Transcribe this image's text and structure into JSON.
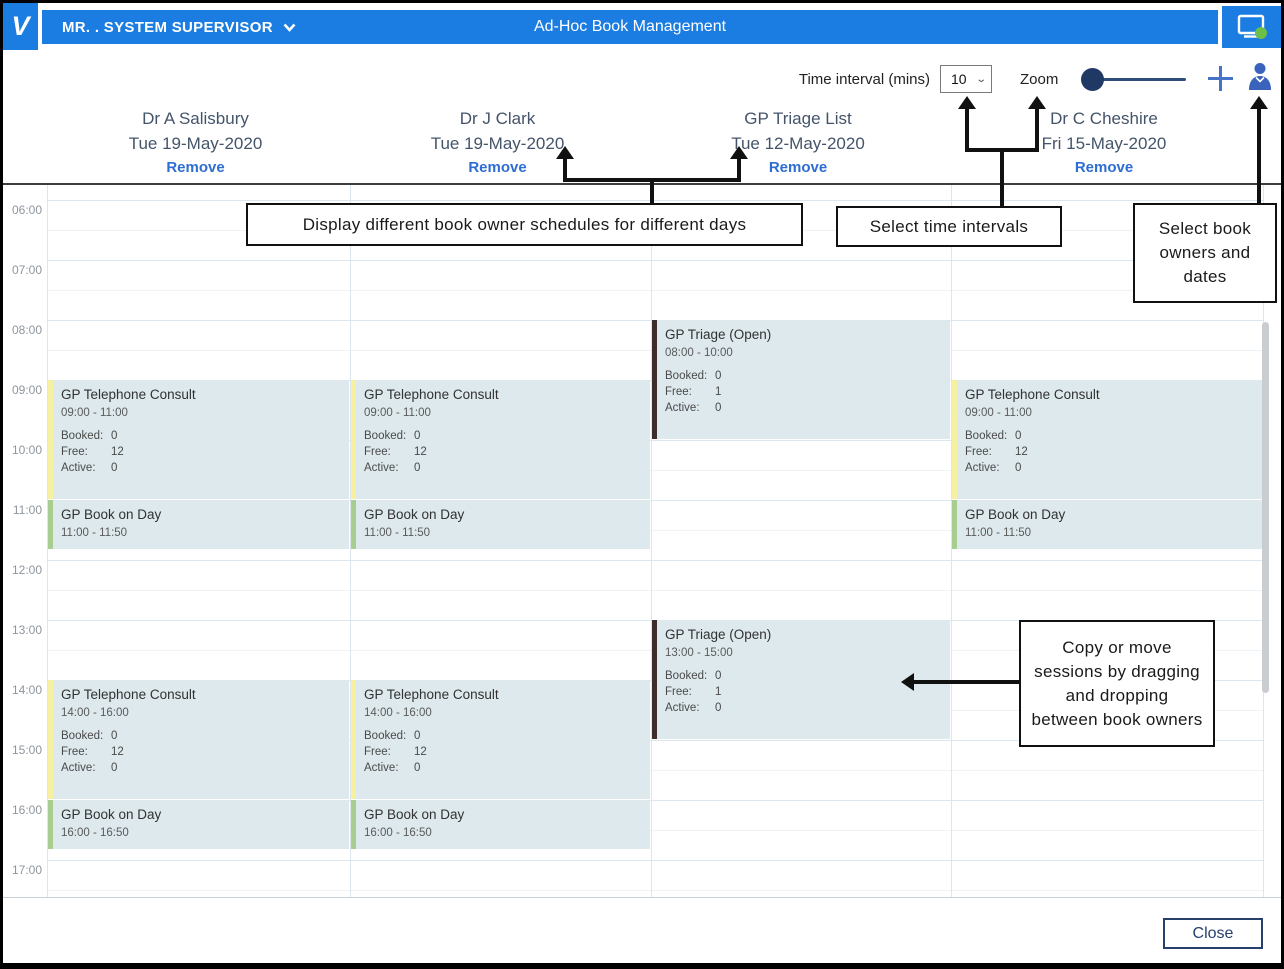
{
  "header": {
    "logo_glyph": "V",
    "user_menu_label": "MR. . SYSTEM SUPERVISOR",
    "title": "Ad-Hoc Book Management"
  },
  "toolbar": {
    "time_interval_label": "Time interval (mins)",
    "time_interval_value": "10",
    "zoom_label": "Zoom"
  },
  "time_labels": [
    "06:00",
    "07:00",
    "08:00",
    "09:00",
    "10:00",
    "11:00",
    "12:00",
    "13:00",
    "14:00",
    "15:00",
    "16:00",
    "17:00"
  ],
  "columns": [
    {
      "owner": "Dr A Salisbury",
      "date": "Tue 19-May-2020",
      "remove_label": "Remove",
      "sessions": [
        {
          "title": "GP Telephone Consult",
          "time": "09:00 - 11:00",
          "start": "09:00",
          "end": "11:00",
          "stripe": "yellow",
          "stats": [
            {
              "label": "Booked:",
              "value": "0"
            },
            {
              "label": "Free:",
              "value": "12"
            },
            {
              "label": "Active:",
              "value": "0"
            }
          ]
        },
        {
          "title": "GP Book on Day",
          "time": "11:00 - 11:50",
          "start": "11:00",
          "end": "11:50",
          "stripe": "green",
          "stats": []
        },
        {
          "title": "GP Telephone Consult",
          "time": "14:00 - 16:00",
          "start": "14:00",
          "end": "16:00",
          "stripe": "yellow",
          "stats": [
            {
              "label": "Booked:",
              "value": "0"
            },
            {
              "label": "Free:",
              "value": "12"
            },
            {
              "label": "Active:",
              "value": "0"
            }
          ]
        },
        {
          "title": "GP Book on Day",
          "time": "16:00 - 16:50",
          "start": "16:00",
          "end": "16:50",
          "stripe": "green",
          "stats": []
        }
      ]
    },
    {
      "owner": "Dr J Clark",
      "date": "Tue 19-May-2020",
      "remove_label": "Remove",
      "sessions": [
        {
          "title": "GP Telephone Consult",
          "time": "09:00 - 11:00",
          "start": "09:00",
          "end": "11:00",
          "stripe": "yellow",
          "stats": [
            {
              "label": "Booked:",
              "value": "0"
            },
            {
              "label": "Free:",
              "value": "12"
            },
            {
              "label": "Active:",
              "value": "0"
            }
          ]
        },
        {
          "title": "GP Book on Day",
          "time": "11:00 - 11:50",
          "start": "11:00",
          "end": "11:50",
          "stripe": "green",
          "stats": []
        },
        {
          "title": "GP Telephone Consult",
          "time": "14:00 - 16:00",
          "start": "14:00",
          "end": "16:00",
          "stripe": "yellow",
          "stats": [
            {
              "label": "Booked:",
              "value": "0"
            },
            {
              "label": "Free:",
              "value": "12"
            },
            {
              "label": "Active:",
              "value": "0"
            }
          ]
        },
        {
          "title": "GP Book on Day",
          "time": "16:00 - 16:50",
          "start": "16:00",
          "end": "16:50",
          "stripe": "green",
          "stats": []
        }
      ]
    },
    {
      "owner": "GP Triage List",
      "date": "Tue 12-May-2020",
      "remove_label": "Remove",
      "sessions": [
        {
          "title": "GP Triage (Open)",
          "time": "08:00 - 10:00",
          "start": "08:00",
          "end": "10:00",
          "stripe": "dark",
          "stats": [
            {
              "label": "Booked:",
              "value": "0"
            },
            {
              "label": "Free:",
              "value": "1"
            },
            {
              "label": "Active:",
              "value": "0"
            }
          ]
        },
        {
          "title": "GP Triage (Open)",
          "time": "13:00 - 15:00",
          "start": "13:00",
          "end": "15:00",
          "stripe": "dark",
          "stats": [
            {
              "label": "Booked:",
              "value": "0"
            },
            {
              "label": "Free:",
              "value": "1"
            },
            {
              "label": "Active:",
              "value": "0"
            }
          ]
        }
      ]
    },
    {
      "owner": "Dr C Cheshire",
      "date": "Fri 15-May-2020",
      "remove_label": "Remove",
      "sessions": [
        {
          "title": "GP Telephone Consult",
          "time": "09:00 - 11:00",
          "start": "09:00",
          "end": "11:00",
          "stripe": "yellow",
          "stats": [
            {
              "label": "Booked:",
              "value": "0"
            },
            {
              "label": "Free:",
              "value": "12"
            },
            {
              "label": "Active:",
              "value": "0"
            }
          ]
        },
        {
          "title": "GP Book on Day",
          "time": "11:00 - 11:50",
          "start": "11:00",
          "end": "11:50",
          "stripe": "green",
          "stats": []
        }
      ]
    }
  ],
  "annotations": {
    "schedules": "Display different book owner schedules for different days",
    "intervals": "Select time intervals",
    "owners": "Select book owners and dates",
    "copy_move": "Copy or move sessions by dragging and dropping between book owners"
  },
  "footer": {
    "close_label": "Close"
  },
  "colors": {
    "header_blue": "#1b7ce2",
    "link_blue": "#2e6dd2",
    "navy": "#1f3864",
    "session_bg": "#dde9ed",
    "stripe_yellow": "#f6f1a1",
    "stripe_green": "#a7cd90",
    "stripe_dark": "#3d2d2b",
    "status_green": "#6cc04a"
  }
}
